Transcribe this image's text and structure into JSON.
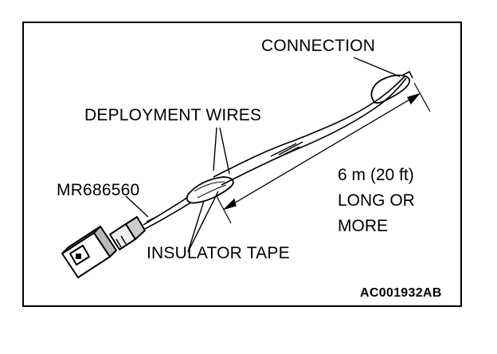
{
  "labels": {
    "connection": "CONNECTION",
    "deployment_wires": "DEPLOYMENT WIRES",
    "part_number": "MR686560",
    "insulator_tape": "INSULATOR TAPE",
    "length_lines": [
      "6 m (20 ft)",
      "LONG OR",
      "MORE"
    ],
    "figure_code": "AC001932AB"
  }
}
